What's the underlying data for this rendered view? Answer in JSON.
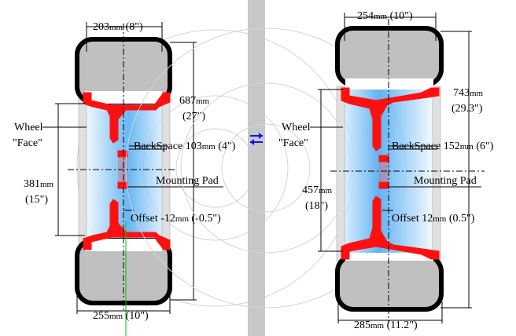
{
  "divider": {
    "swap_icon": "swap-arrows-icon",
    "color": "#c8c8c8",
    "icon_color": "#1010ff"
  },
  "colors": {
    "tire": "#c0c0c0",
    "rim": "#ff1010",
    "barrel_blue": "#49a8f0",
    "centerline_green": "#00c000"
  },
  "left": {
    "width_top": {
      "num": "203",
      "unit": "mm",
      "rest": " (8\")"
    },
    "diameter": {
      "num": "687",
      "unit": "mm",
      "rest": "(27\")"
    },
    "wheel_label": "Wheel",
    "face_label": "\"Face\"",
    "backspace": {
      "prefix": "BackSpace ",
      "num": "103",
      "unit": "mm",
      "rest": " (4\")"
    },
    "rim_dia": {
      "num": "381",
      "unit": "mm",
      "rest": "(15\")"
    },
    "mounting_pad": "Mounting Pad",
    "offset": {
      "prefix": "Offset -12",
      "unit": "mm",
      "rest": " (-0.5\")"
    },
    "width_bottom": {
      "num": "255",
      "unit": "mm",
      "rest": " (10\")"
    }
  },
  "right": {
    "width_top": {
      "num": "254",
      "unit": "mm",
      "rest": " (10\")"
    },
    "diameter": {
      "num": "743",
      "unit": "mm",
      "rest": "(29.3\")"
    },
    "wheel_label": "Wheel",
    "face_label": "\"Face\"",
    "backspace": {
      "prefix": "BackSpace ",
      "num": "152",
      "unit": "mm",
      "rest": " (6\")"
    },
    "rim_dia": {
      "num": "457",
      "unit": "mm",
      "rest": "(18\")"
    },
    "mounting_pad": "Mounting Pad",
    "offset": {
      "prefix": "Offset 12",
      "unit": "mm",
      "rest": " (0.5\")"
    },
    "width_bottom": {
      "num": "285",
      "unit": "mm",
      "rest": " (11.2\")"
    }
  }
}
